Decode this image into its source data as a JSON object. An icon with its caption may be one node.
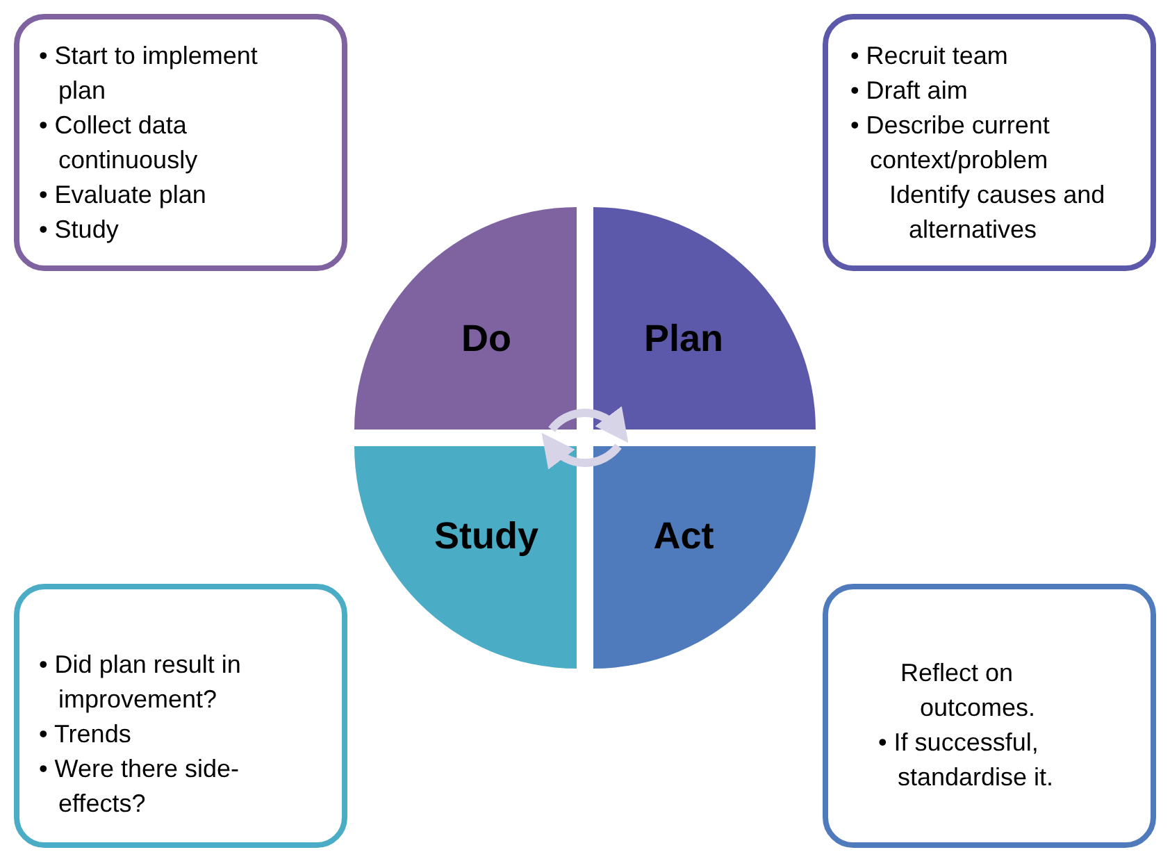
{
  "diagram": {
    "nodes": [
      {
        "text": [
          "• Start to implement plan",
          "• Collect data continuously",
          "• Evaluate plan",
          "• Study"
        ]
      },
      {
        "text": [
          "• Recruit team",
          "• Draft aim",
          "• Describe current context/problem",
          "Identify causes and alternatives"
        ]
      },
      {
        "text": [
          "Do"
        ]
      },
      {
        "text": [
          "Plan"
        ]
      },
      {
        "text": [
          "Study"
        ]
      },
      {
        "text": [
          "Act"
        ]
      },
      {
        "text": [
          "• Did plan result in improvement?",
          "• Trends",
          "• Were there side-effects?"
        ]
      },
      {
        "text": [
          "Reflect on outcomes.",
          "• If successful, standardise it."
        ]
      }
    ],
    "edges": [
      {
        "from": 2,
        "to": 3,
        "arrow": "to"
      },
      {
        "from": 5,
        "to": 4,
        "arrow": "to"
      }
    ]
  }
}
